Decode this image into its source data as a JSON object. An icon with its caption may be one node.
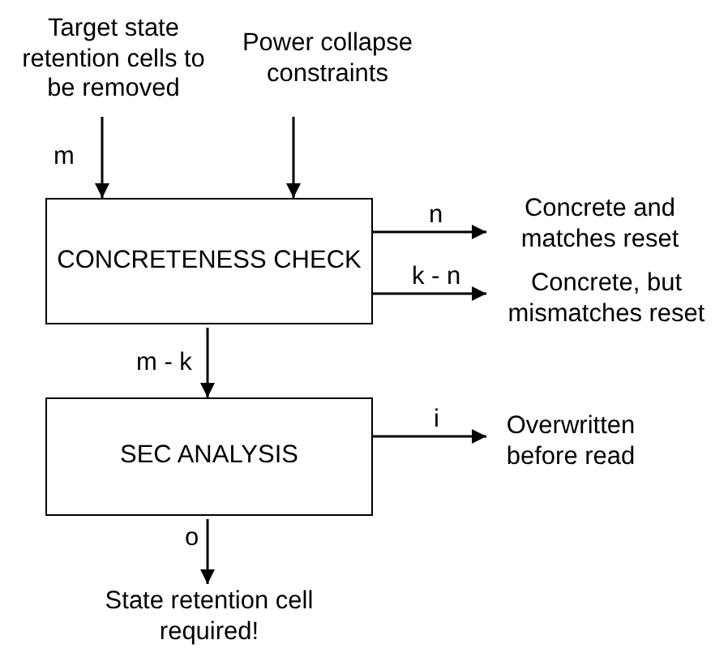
{
  "diagram": {
    "nodes": [
      {
        "text": [
          "Target state retention cells to be removed"
        ]
      },
      {
        "text": [
          "Power collapse constraints"
        ]
      },
      {
        "text": [
          "CONCRETENESS CHECK"
        ]
      },
      {
        "text": [
          "Concrete and matches reset"
        ]
      },
      {
        "text": [
          "Concrete, but mismatches reset"
        ]
      },
      {
        "text": [
          "SEC ANALYSIS"
        ]
      },
      {
        "text": [
          "Overwritten before read"
        ]
      },
      {
        "text": [
          "State retention cell required!"
        ]
      }
    ],
    "edges": [
      {
        "from": 0,
        "to": 2,
        "arrow": "to",
        "label": "m"
      },
      {
        "from": 1,
        "to": 2,
        "arrow": "to"
      },
      {
        "from": 2,
        "to": 3,
        "arrow": "to",
        "label": "n"
      },
      {
        "from": 2,
        "to": 4,
        "arrow": "to",
        "label": "k - n"
      },
      {
        "from": 2,
        "to": 5,
        "arrow": "to",
        "label": "m - k"
      },
      {
        "from": 5,
        "to": 6,
        "arrow": "to",
        "label": "i"
      },
      {
        "from": 5,
        "to": 7,
        "arrow": "to",
        "label": "o"
      }
    ]
  }
}
